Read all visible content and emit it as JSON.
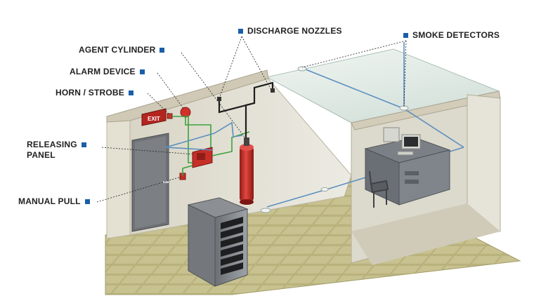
{
  "labels": {
    "discharge_nozzles": "DISCHARGE NOZZLES",
    "smoke_detectors": "SMOKE DETECTORS",
    "agent_cylinder": "AGENT CYLINDER",
    "alarm_device": "ALARM DEVICE",
    "horn_strobe": "HORN / STROBE",
    "releasing_panel_line1": "RELEASING",
    "releasing_panel_line2": "PANEL",
    "manual_pull": "MANUAL PULL"
  },
  "sign": {
    "exit": "EXIT"
  },
  "colors": {
    "marker": "#1a5fa8",
    "pipe": "#5b8fbf",
    "wire_green": "#3aa33a",
    "cylinder": "#c8302a",
    "wall": "#e8e6dc",
    "floor_tile": "#b8b27a"
  }
}
